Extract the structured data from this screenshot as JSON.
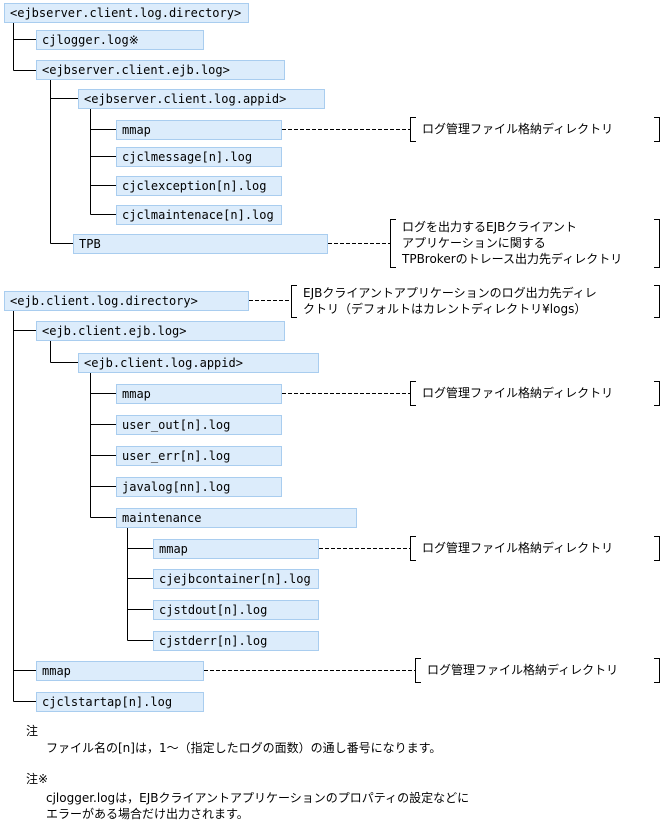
{
  "tree1": {
    "root": "<ejbserver.client.log.directory>",
    "cjlogger": "cjlogger.log※",
    "ejb_log": "<ejbserver.client.ejb.log>",
    "appid": "<ejbserver.client.log.appid>",
    "mmap": "mmap",
    "cjclmessage": "cjclmessage[n].log",
    "cjclexception": "cjclexception[n].log",
    "cjclmaintenace": "cjclmaintenace[n].log",
    "tpb": "TPB"
  },
  "tree2": {
    "root": "<ejb.client.log.directory>",
    "ejb_log": "<ejb.client.ejb.log>",
    "appid": "<ejb.client.log.appid>",
    "mmap": "mmap",
    "user_out": "user_out[n].log",
    "user_err": "user_err[n].log",
    "javalog": "javalog[nn].log",
    "maintenance": "maintenance",
    "maint_mmap": "mmap",
    "cjejbcontainer": "cjejbcontainer[n].log",
    "cjstdout": "cjstdout[n].log",
    "cjstderr": "cjstderr[n].log",
    "bottom_mmap": "mmap",
    "cjclstartap": "cjclstartap[n].log"
  },
  "notes": {
    "log_mgmt_1": "ログ管理ファイル格納ディレクトリ",
    "tpb_line1": "ログを出力するEJBクライアント",
    "tpb_line2": "アプリケーションに関する",
    "tpb_line3": "TPBrokerのトレース出力先ディレクトリ",
    "dir_line1": "EJBクライアントアプリケーションのログ出力先ディレ",
    "dir_line2": "クトリ（デフォルトはカレントディレクトリ¥logs）",
    "log_mgmt_2": "ログ管理ファイル格納ディレクトリ",
    "log_mgmt_3": "ログ管理ファイル格納ディレクトリ",
    "log_mgmt_4": "ログ管理ファイル格納ディレクトリ"
  },
  "footnotes": {
    "note_label": "注",
    "note_text": "ファイル名の[n]は，1～（指定したログの面数）の通し番号になります。",
    "star_label": "注※",
    "star_line1": "cjlogger.logは，EJBクライアントアプリケーションのプロパティの設定などに",
    "star_line2": "エラーがある場合だけ出力されます。"
  }
}
